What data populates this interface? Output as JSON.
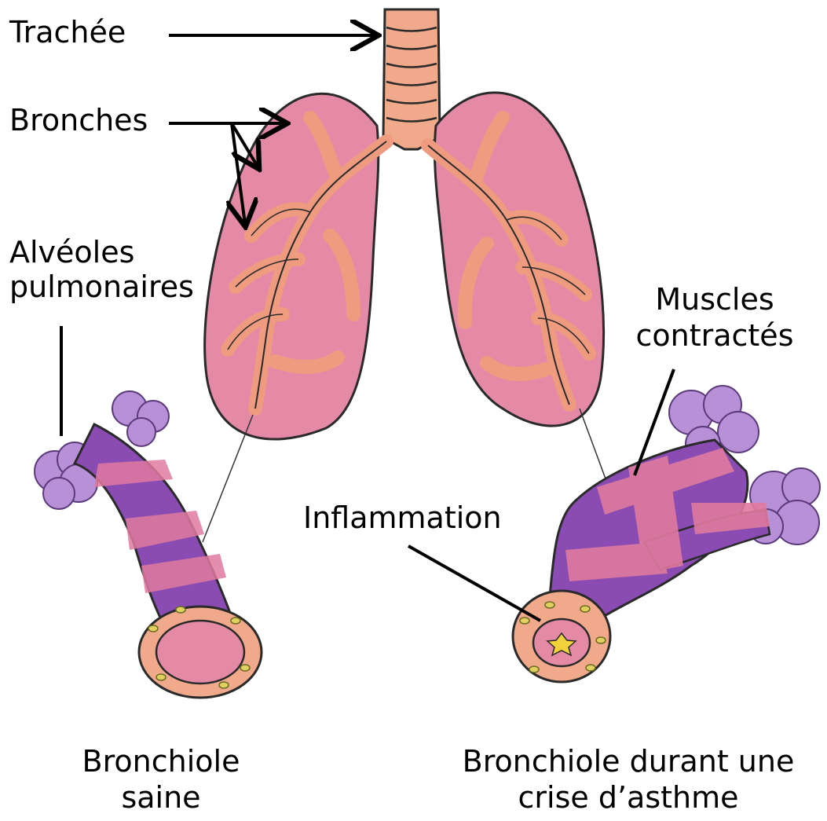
{
  "labels": {
    "trachee": "Trachée",
    "bronches": "Bronches",
    "alveoles_line1": "Alvéoles",
    "alveoles_line2": "pulmonaires",
    "muscles_line1": "Muscles",
    "muscles_line2": "contractés",
    "inflammation": "Inflammation",
    "healthy_line1": "Bronchiole",
    "healthy_line2": "saine",
    "asthma_line1": "Bronchiole durant une",
    "asthma_line2": "crise d’asthme"
  },
  "colors": {
    "lung_fill": "#e58aa6",
    "bronchi_fill": "#ee9b80",
    "trachea_fill": "#f0a98a",
    "bronchiole_purple": "#8a4bb3",
    "alveoli_purple": "#b890d8",
    "muscle_pink": "#e07aa0",
    "outline": "#2a2a2a"
  }
}
